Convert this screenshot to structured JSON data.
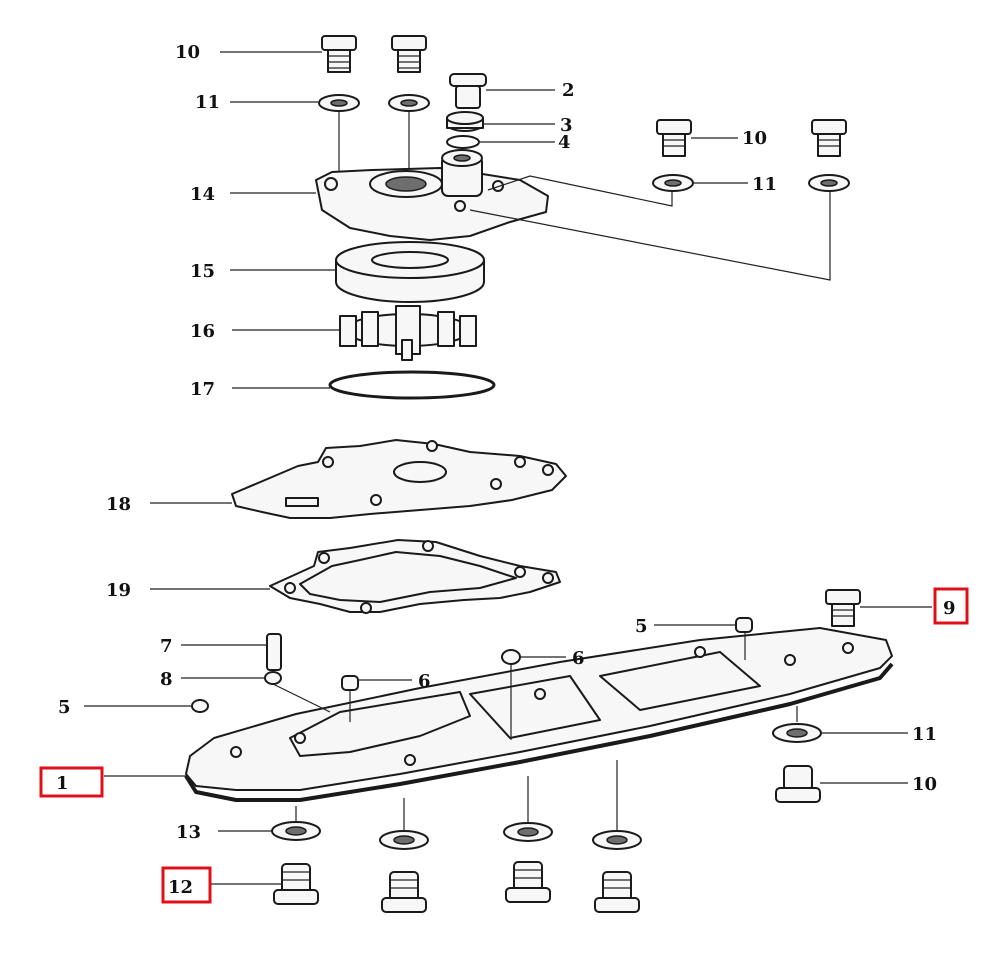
{
  "diagram": {
    "callouts": [
      {
        "id": "c10a",
        "text": "10"
      },
      {
        "id": "c11a",
        "text": "11"
      },
      {
        "id": "c2",
        "text": "2"
      },
      {
        "id": "c3",
        "text": "3"
      },
      {
        "id": "c4",
        "text": "4"
      },
      {
        "id": "c10b",
        "text": "10"
      },
      {
        "id": "c11b",
        "text": "11"
      },
      {
        "id": "c14",
        "text": "14"
      },
      {
        "id": "c15",
        "text": "15"
      },
      {
        "id": "c16",
        "text": "16"
      },
      {
        "id": "c17",
        "text": "17"
      },
      {
        "id": "c18",
        "text": "18"
      },
      {
        "id": "c19",
        "text": "19"
      },
      {
        "id": "c9",
        "text": "9"
      },
      {
        "id": "c7",
        "text": "7"
      },
      {
        "id": "c5a",
        "text": "5"
      },
      {
        "id": "c6a",
        "text": "6"
      },
      {
        "id": "c8",
        "text": "8"
      },
      {
        "id": "c6b",
        "text": "6"
      },
      {
        "id": "c5b",
        "text": "5"
      },
      {
        "id": "c1",
        "text": "1"
      },
      {
        "id": "c11c",
        "text": "11"
      },
      {
        "id": "c10c",
        "text": "10"
      },
      {
        "id": "c13",
        "text": "13"
      },
      {
        "id": "c12",
        "text": "12"
      }
    ],
    "highlight_color": "#e0101a",
    "highlighted_callouts": [
      "9",
      "1",
      "12"
    ]
  }
}
